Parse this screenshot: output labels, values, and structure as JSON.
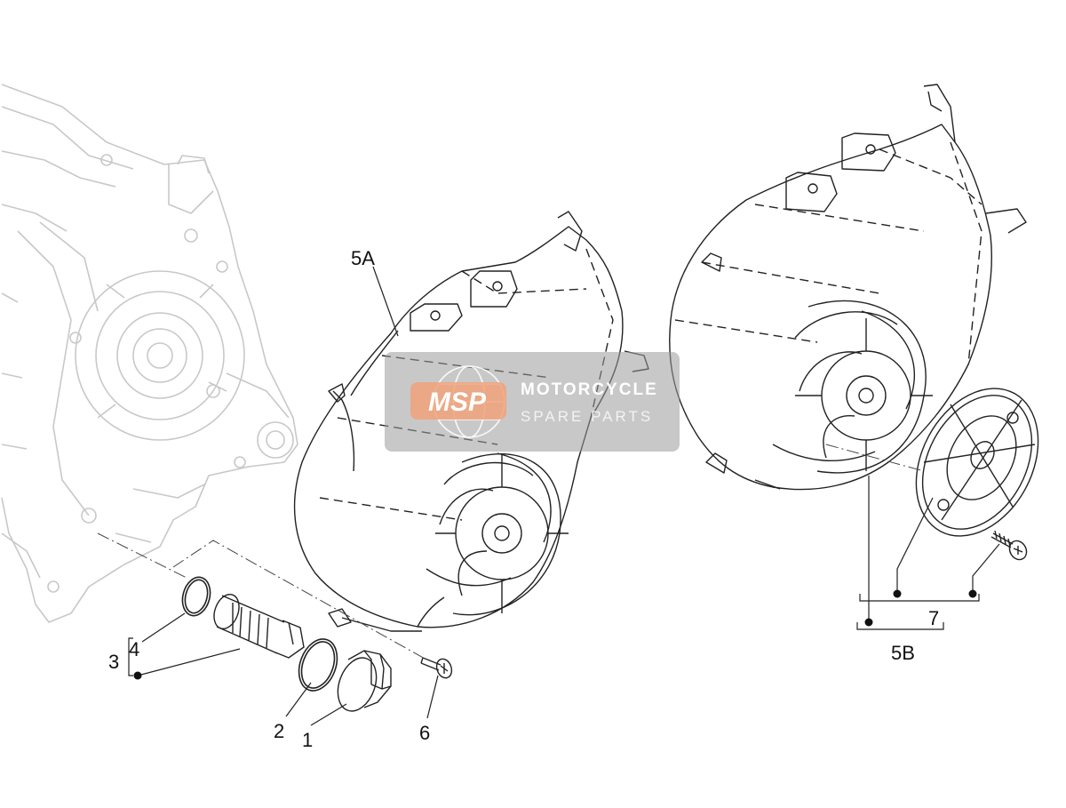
{
  "diagram": {
    "labels": {
      "l1": "1",
      "l2": "2",
      "l3": "3",
      "l4": "4",
      "l5a": "5A",
      "l5b": "5B",
      "l6": "6",
      "l7": "7"
    },
    "watermark": {
      "logo": "MSP",
      "line1": "MOTORCYCLE",
      "line2": "SPARE PARTS"
    },
    "colors": {
      "line": "#222222",
      "ghost": "#c8c8c8",
      "watermark_bg": "#9a9a9a",
      "watermark_logo": "#f0a27a"
    }
  }
}
